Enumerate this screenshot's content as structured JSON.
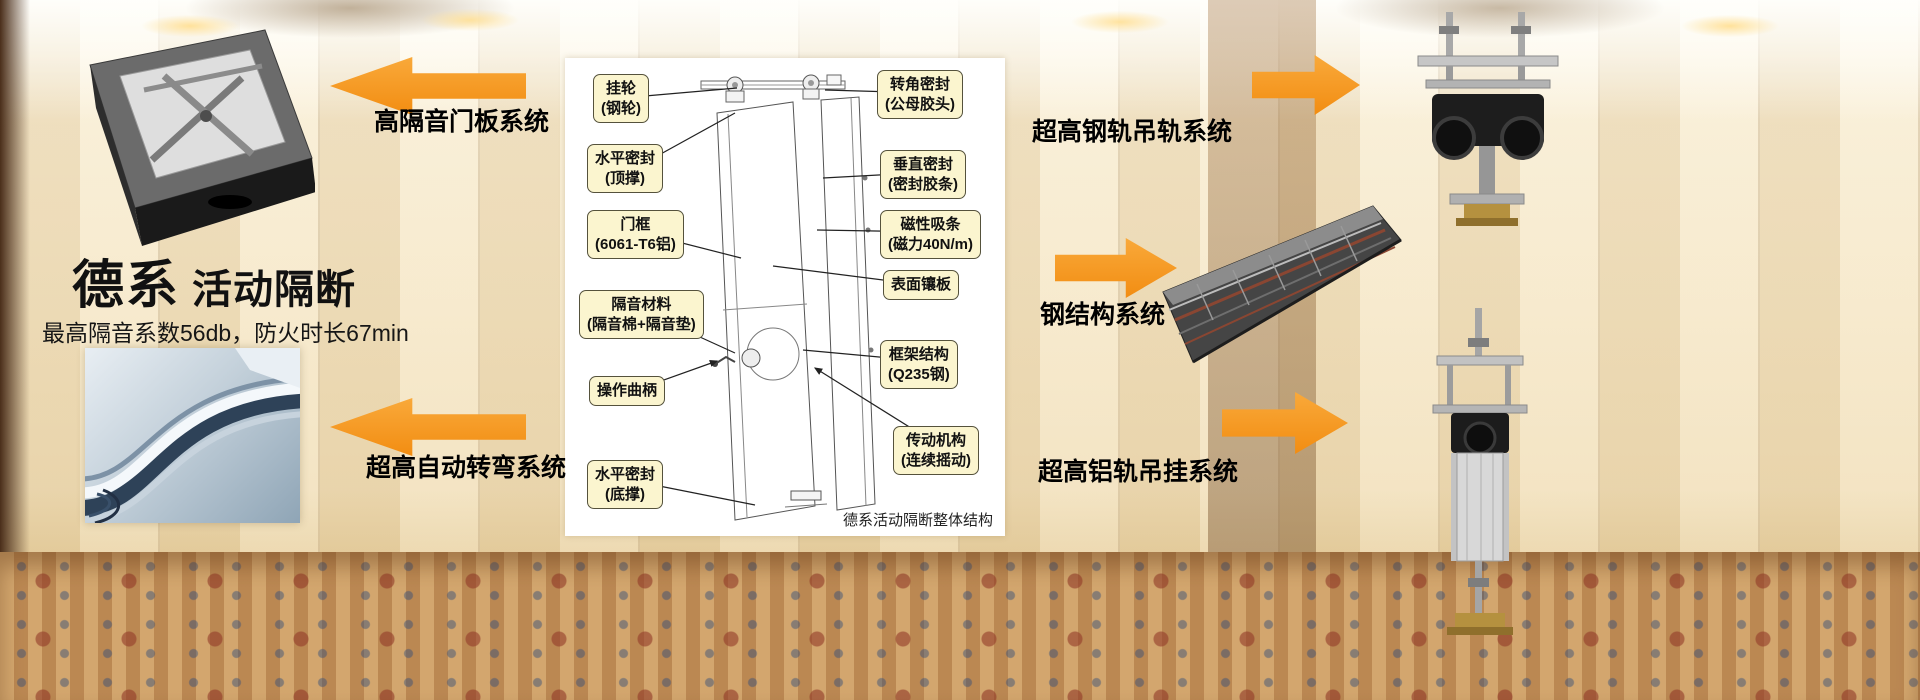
{
  "hero": {
    "brand": "德系",
    "brand_suffix": "活动隔断",
    "subtitle": "最高隔音系数56db，防火时长67min"
  },
  "systems": {
    "top_left": "高隔音门板系统",
    "bottom_left": "超高自动转弯系统",
    "top_right": "超高钢轨吊轨系统",
    "middle_right": "钢结构系统",
    "bottom_right": "超高铝轨吊挂系统"
  },
  "diagram": {
    "caption": "德系活动隔断整体结构",
    "left_labels": [
      {
        "line1": "挂轮",
        "line2": "(钢轮)"
      },
      {
        "line1": "水平密封",
        "line2": "(顶撑)"
      },
      {
        "line1": "门框",
        "line2": "(6061-T6铝)"
      },
      {
        "line1": "隔音材料",
        "line2": "(隔音棉+隔音垫)"
      },
      {
        "line1": "操作曲柄",
        "line2": ""
      },
      {
        "line1": "水平密封",
        "line2": "(底撑)"
      }
    ],
    "right_labels": [
      {
        "line1": "转角密封",
        "line2": "(公母胶头)"
      },
      {
        "line1": "垂直密封",
        "line2": "(密封胶条)"
      },
      {
        "line1": "磁性吸条",
        "line2": "(磁力40N/m)"
      },
      {
        "line1": "表面镶板",
        "line2": ""
      },
      {
        "line1": "框架结构",
        "line2": "(Q235钢)"
      },
      {
        "line1": "传动机构",
        "line2": "(连续摇动)"
      }
    ]
  },
  "colors": {
    "arrow_orange": "#F7941E",
    "label_background": "#FBF5CF"
  }
}
